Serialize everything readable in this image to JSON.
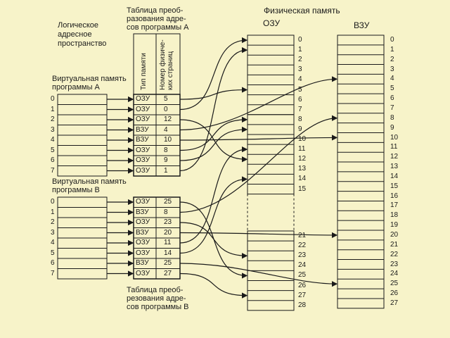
{
  "title": "Физическая память",
  "ozu_label": "ОЗУ",
  "vzu_label": "ВЗУ",
  "logical_space": "Логическое\nадресное\nпространство",
  "table_a_title": "Таблица преоб-\nразования адре-\nсов программы А",
  "table_b_title": "Таблица преоб-\nрезования адре-\nсов программы В",
  "col_type": "Тип памяти",
  "col_page": "Номер физиче-\nких страниц",
  "vm_a": "Виртуальная память\nпрограммы А",
  "vm_b": "Виртуальная память\nпрограммы В",
  "prog_a_indices": [
    "0",
    "1",
    "2",
    "3",
    "4",
    "5",
    "6",
    "7"
  ],
  "prog_b_indices": [
    "0",
    "1",
    "2",
    "3",
    "4",
    "5",
    "6",
    "7"
  ],
  "table_a": [
    {
      "type": "ОЗУ",
      "page": "5"
    },
    {
      "type": "ОЗУ",
      "page": "0"
    },
    {
      "type": "ОЗУ",
      "page": "12"
    },
    {
      "type": "ВЗУ",
      "page": "4"
    },
    {
      "type": "ВЗУ",
      "page": "10"
    },
    {
      "type": "ОЗУ",
      "page": "8"
    },
    {
      "type": "ОЗУ",
      "page": "9"
    },
    {
      "type": "ОЗУ",
      "page": "1"
    }
  ],
  "table_b": [
    {
      "type": "ОЗУ",
      "page": "25"
    },
    {
      "type": "ВЗУ",
      "page": "8"
    },
    {
      "type": "ОЗУ",
      "page": "23"
    },
    {
      "type": "ВЗУ",
      "page": "20"
    },
    {
      "type": "ОЗУ",
      "page": "11"
    },
    {
      "type": "ОЗУ",
      "page": "14"
    },
    {
      "type": "ВЗУ",
      "page": "25"
    },
    {
      "type": "ОЗУ",
      "page": "27"
    }
  ],
  "ozu_top_indices": [
    "0",
    "1",
    "2",
    "3",
    "4",
    "5",
    "6",
    "7",
    "8",
    "9",
    "10",
    "11",
    "12",
    "13",
    "14",
    "15"
  ],
  "ozu_bottom_indices": [
    "21",
    "22",
    "23",
    "24",
    "25",
    "26",
    "27",
    "28"
  ],
  "vzu_indices": [
    "0",
    "1",
    "2",
    "3",
    "4",
    "5",
    "6",
    "7",
    "8",
    "9",
    "10",
    "11",
    "12",
    "13",
    "14",
    "15",
    "16",
    "17",
    "18",
    "19",
    "20",
    "21",
    "22",
    "23",
    "24",
    "25",
    "26",
    "27"
  ]
}
